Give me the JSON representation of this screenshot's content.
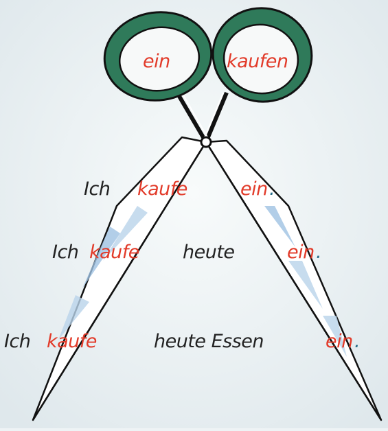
{
  "handles": {
    "left_word": "ein",
    "right_word": "kaufen"
  },
  "sentences": [
    {
      "subject": "Ich",
      "verb": "kaufe",
      "middle": "",
      "prefix": "ein",
      "punct": "."
    },
    {
      "subject": "Ich",
      "verb": "kaufe",
      "middle": "heute",
      "prefix": "ein",
      "punct": "."
    },
    {
      "subject": "Ich",
      "verb": "kaufe",
      "middle": "heute Essen",
      "prefix": "ein",
      "punct": "."
    }
  ],
  "colors": {
    "handle_green": "#2f7a5a",
    "handle_inner": "#f7f9f9",
    "accent_red": "#e23b2a",
    "text_dark": "#222222",
    "blade_blue": "#8fb6d9",
    "background": "#eef3f5"
  }
}
